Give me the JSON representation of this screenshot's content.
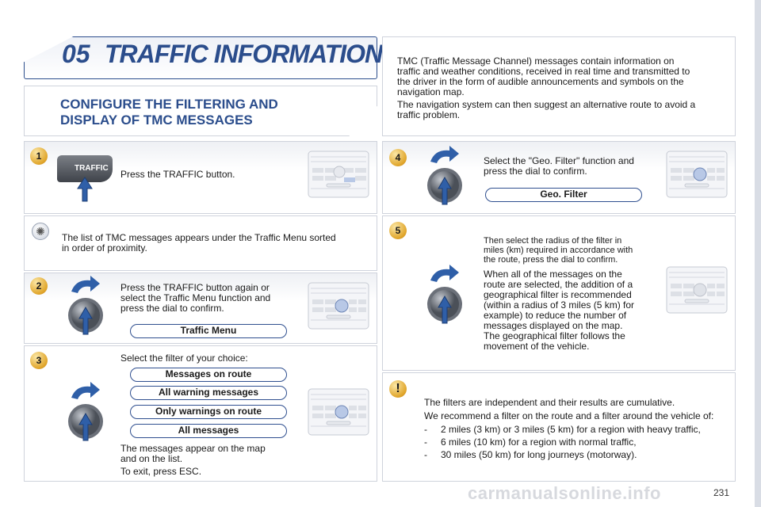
{
  "header": {
    "chapter": "05",
    "title": "TRAFFIC INFORMATION"
  },
  "section_title": {
    "line1": "CONFIGURE THE FILTERING AND",
    "line2": "DISPLAY OF TMC MESSAGES"
  },
  "intro": {
    "p1": [
      "TMC (Traffic Message Channel) messages contain information on",
      "traffic and weather conditions, received in real time and transmitted to",
      "the driver in the form of audible announcements and symbols on the",
      "navigation map."
    ],
    "p2": [
      "The navigation system can then suggest an alternative route to avoid a",
      "traffic problem."
    ]
  },
  "step1": {
    "num": "1",
    "button": "TRAFFIC",
    "text": "Press the TRAFFIC button."
  },
  "note": {
    "lines": [
      "The list of TMC messages appears under the Traffic Menu sorted",
      "in order of proximity."
    ]
  },
  "step2": {
    "num": "2",
    "lines": [
      "Press the TRAFFIC button again or",
      "select the Traffic Menu function and",
      "press the dial to confirm."
    ],
    "pill": "Traffic Menu"
  },
  "step3": {
    "num": "3",
    "intro": "Select the filter of your choice:",
    "options": [
      "Messages on route",
      "All warning messages",
      "Only warnings on route",
      "All messages"
    ],
    "after1": [
      "The messages appear on the map",
      "and on the list."
    ],
    "after2": "To exit, press ESC."
  },
  "step4": {
    "num": "4",
    "lines": [
      "Select the \"Geo. Filter\" function and",
      "press the dial to confirm."
    ],
    "pill": "Geo. Filter"
  },
  "step5": {
    "num": "5",
    "p1": [
      "Then select the radius of the filter in",
      "miles (km) required in accordance with",
      "the route, press the dial to confirm."
    ],
    "p2": [
      "When all of the messages on the",
      "route are selected, the addition of a",
      "geographical filter is recommended",
      "(within a radius of 3 miles (5 km) for",
      "example) to reduce the number of",
      "messages displayed on the map.",
      "The geographical filter follows the",
      "movement of the vehicle."
    ]
  },
  "warning": {
    "symbol": "!",
    "p1": "The filters are independent and their results are cumulative.",
    "p2": "We recommend a filter on the route and a filter around the vehicle of:",
    "bullets": [
      "2 miles (3 km) or 3 miles (5 km) for a region with heavy traffic,",
      "6 miles (10 km) for a region with normal traffic,",
      "30 miles (50 km) for long journeys (motorway)."
    ],
    "dash": "-"
  },
  "footer": {
    "page": "231",
    "watermark": "carmanualsonline.info"
  },
  "colors": {
    "header_blue": "#2b4d8c",
    "step_gold": "#e0a52a",
    "dial_blue": "#2f5fa8"
  }
}
